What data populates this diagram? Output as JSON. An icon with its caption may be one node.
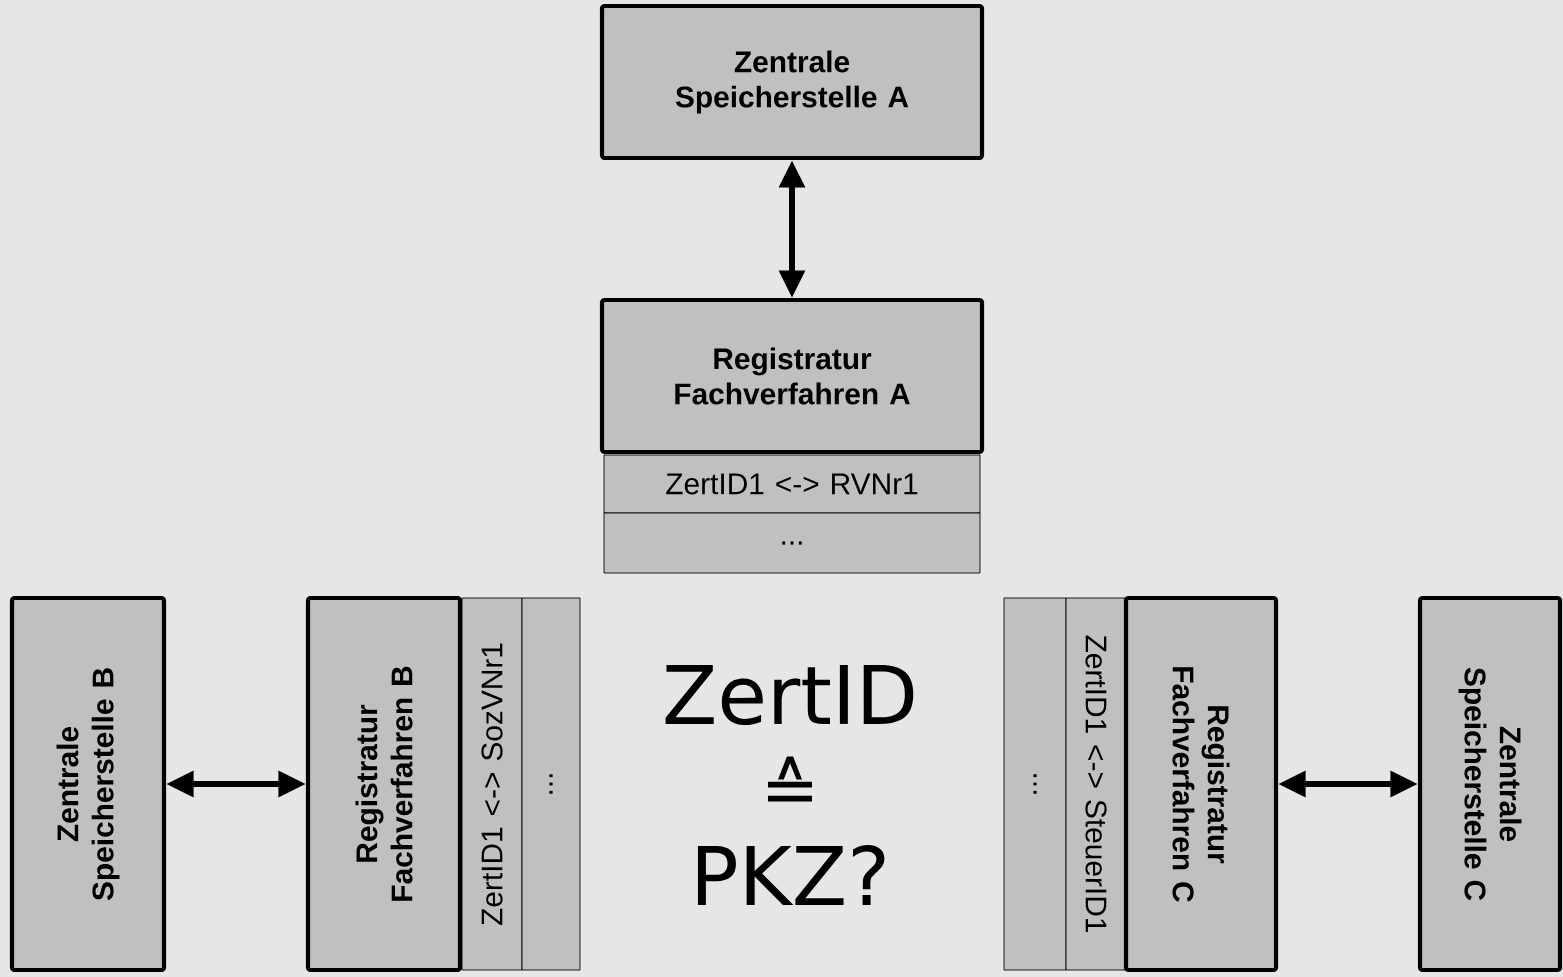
{
  "diagram": {
    "nodes": [
      {
        "text": [
          "Zentrale Speicherstelle A"
        ]
      },
      {
        "text": [
          "Registratur Fachverfahren A"
        ]
      },
      {
        "text": [
          "ZertID1 <-> RVNr1"
        ]
      },
      {
        "text": [
          "..."
        ]
      },
      {
        "text": [
          "Zentrale Speicherstelle B"
        ]
      },
      {
        "text": [
          "Registratur Fachverfahren B"
        ]
      },
      {
        "text": [
          "ZertID1 <-> SozVNr1"
        ]
      },
      {
        "text": [
          "..."
        ]
      },
      {
        "text": [
          "..."
        ]
      },
      {
        "text": [
          "ZertID1 <-> SteuerID1"
        ]
      },
      {
        "text": [
          "Registratur Fachverfahren C"
        ]
      },
      {
        "text": [
          "Zentrale Speicherstelle C"
        ]
      }
    ],
    "edges": [
      {
        "from": 0,
        "to": 1,
        "arrow": "both"
      },
      {
        "from": 4,
        "to": 5,
        "arrow": "both"
      },
      {
        "from": 10,
        "to": 11,
        "arrow": "both"
      }
    ],
    "labels": [
      "ZertID",
      "≙",
      "PKZ?"
    ]
  }
}
